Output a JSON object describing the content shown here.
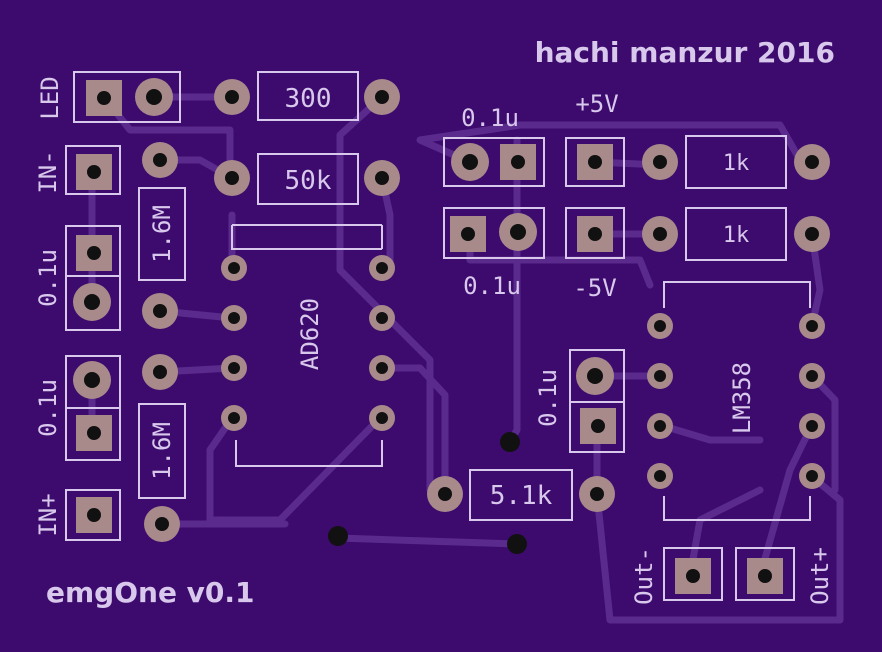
{
  "board": {
    "credit": "hachi manzur 2016",
    "name": "emgOne v0.1",
    "colors": {
      "substrate": "#3d0b6e",
      "trace": "#5a2a8c",
      "pad": "#a88a8a",
      "silk": "#d8c8ec",
      "hole": "#111111"
    }
  },
  "labels": {
    "led": "LED",
    "in_minus": "IN-",
    "in_plus": "IN+",
    "cap_a": "0.1u",
    "cap_b": "0.1u",
    "cap_c": "0.1u",
    "cap_d": "0.1u",
    "cap_e": "0.1u",
    "plus5v": "+5V",
    "minus5v": "-5V",
    "out_minus": "Out-",
    "out_plus": "Out+"
  },
  "components": {
    "r300": "300",
    "r50k": "50k",
    "r1_6m_top": "1.6M",
    "r1_6m_bottom": "1.6M",
    "r1k_top": "1k",
    "r1k_bottom": "1k",
    "r5_1k": "5.1k",
    "ic_ad620": "AD620",
    "ic_lm358": "LM358"
  }
}
